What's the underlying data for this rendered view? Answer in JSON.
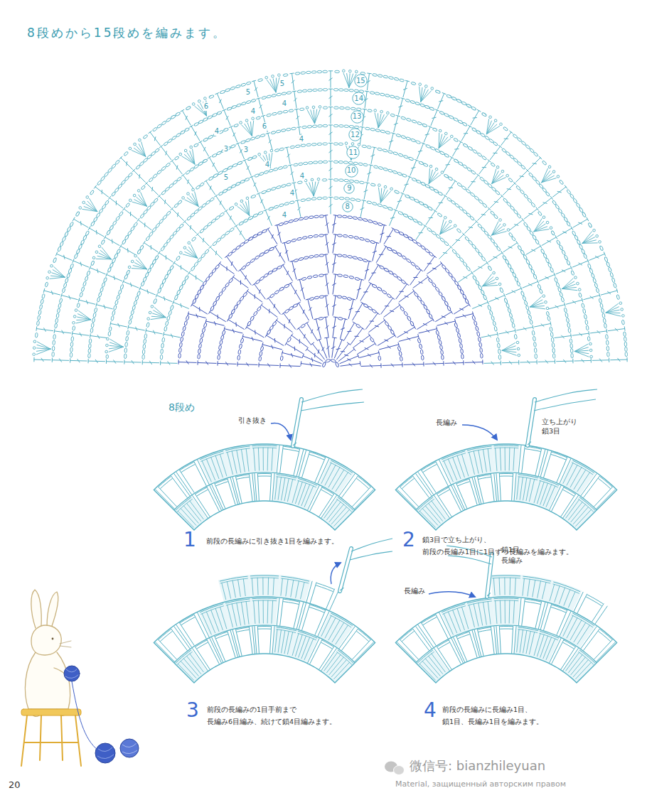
{
  "diagram": {
    "title": "8段めから15段めを編みます。",
    "nodes": [
      {
        "text": [
          "15"
        ]
      },
      {
        "text": [
          "14"
        ]
      },
      {
        "text": [
          "13"
        ]
      },
      {
        "text": [
          "12"
        ]
      },
      {
        "text": [
          "11"
        ]
      },
      {
        "text": [
          "10"
        ]
      },
      {
        "text": [
          "9"
        ]
      },
      {
        "text": [
          "8"
        ]
      }
    ],
    "labels": [
      "5",
      "5",
      "6",
      "4",
      "4",
      "6",
      "4",
      "3",
      "3",
      "4",
      "5",
      "4",
      "4",
      "4",
      "4",
      "8段め",
      "引き抜き",
      "1",
      "前段の長編みに引き抜き1目を編みます。",
      "長編み",
      "立ち上がり 鎖3目",
      "2",
      "鎖3目で立ち上がり、 前段の長編み1目に1目ずつ長編みを編みます。",
      "3",
      "前段の長編みの1目手前まで 長編み6目編み、続けて鎖4目編みます。",
      "長編み",
      "鎖1目",
      "長編み",
      "4",
      "前段の長編みに長編み1目、 鎖1目、長編み1目を編みます。",
      "20",
      "微信号: bianzhileyuan",
      "Material, защищенный авторским правом"
    ]
  }
}
